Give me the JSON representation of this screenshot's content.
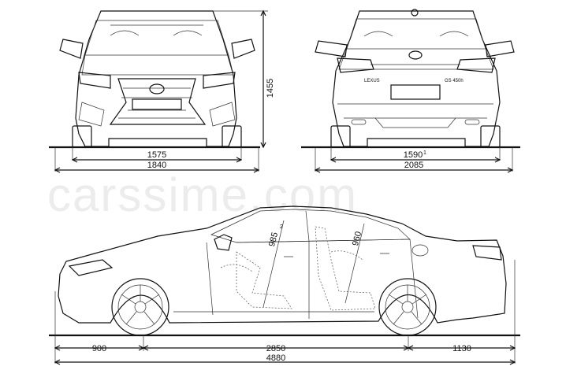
{
  "watermark": "carssime.com",
  "dimensions": {
    "front_height": "1455",
    "front_track": "1575",
    "front_width": "1840",
    "rear_track": "1590",
    "rear_track_note": "1",
    "rear_width": "2085",
    "front_headroom": "985",
    "front_headroom_note": "2",
    "rear_headroom": "960",
    "front_overhang": "900",
    "wheelbase": "2850",
    "rear_overhang": "1130",
    "length": "4880"
  },
  "badges": {
    "rear_left": "LEXUS",
    "rear_right": "GS 450h"
  }
}
